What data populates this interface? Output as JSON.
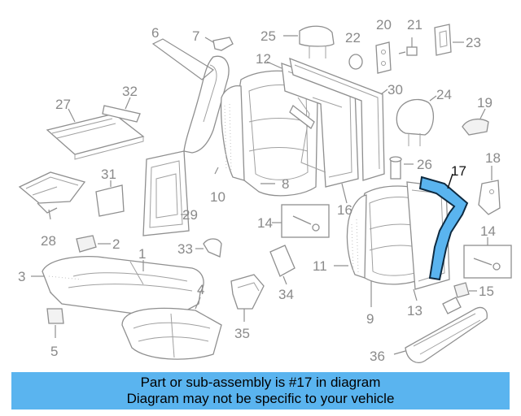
{
  "callouts": {
    "c1": "1",
    "c2": "2",
    "c3": "3",
    "c4": "4",
    "c5": "5",
    "c6": "6",
    "c7": "7",
    "c8": "8",
    "c9": "9",
    "c10": "10",
    "c11": "11",
    "c12": "12",
    "c13": "13",
    "c14a": "14",
    "c14b": "14",
    "c15": "15",
    "c16": "16",
    "c17": "17",
    "c18": "18",
    "c19": "19",
    "c20": "20",
    "c21": "21",
    "c22": "22",
    "c23": "23",
    "c24": "24",
    "c25": "25",
    "c26": "26",
    "c27": "27",
    "c28": "28",
    "c29": "29",
    "c30": "30",
    "c31": "31",
    "c32": "32",
    "c33": "33",
    "c34": "34",
    "c35": "35",
    "c36": "36"
  },
  "highlighted_part": "17",
  "colors": {
    "highlight": "#5ab4ef",
    "banner": "#5ab4ef",
    "lines": "#8f8f8f"
  },
  "banner": {
    "line1": "Part or sub-assembly is #17 in diagram",
    "line2": "Diagram may not be specific to your vehicle"
  }
}
